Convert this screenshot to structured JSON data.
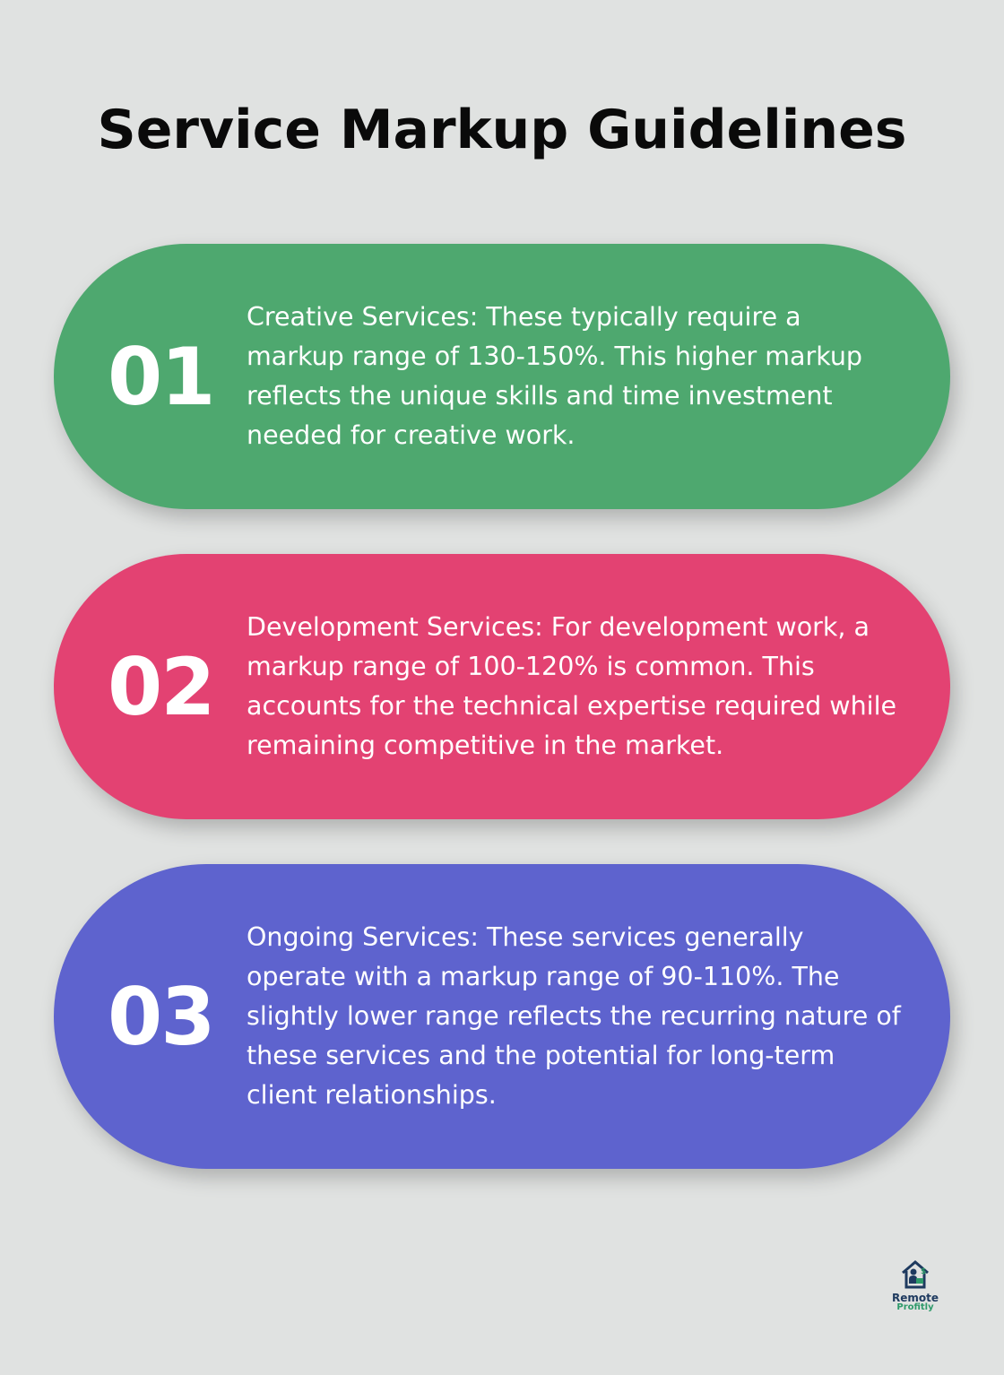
{
  "title": "Service Markup Guidelines",
  "items": [
    {
      "number": "01",
      "text": "Creative Services: These typically require a markup range of 130-150%. This higher markup reflects the unique skills and time investment needed for creative work.",
      "color": "#4ea86f"
    },
    {
      "number": "02",
      "text": "Development Services: For development work, a markup range of 100-120% is common. This accounts for the technical expertise required while remaining competitive in the market.",
      "color": "#e34272"
    },
    {
      "number": "03",
      "text": "Ongoing Services: These services generally operate with a markup range of 90-110%. The slightly lower range reflects the recurring nature of these services and the potential for long-term client relationships.",
      "color": "#5e63ce"
    }
  ],
  "logo": {
    "line1": "Remote",
    "line2": "Profitly",
    "icon": "house-person-laptop-dollar-icon"
  }
}
